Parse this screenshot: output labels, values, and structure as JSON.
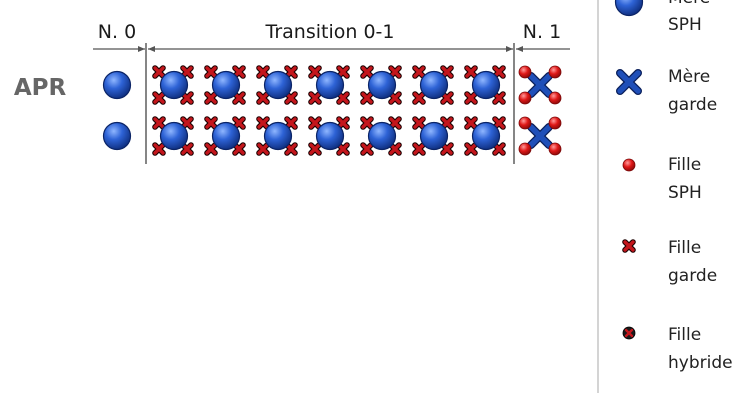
{
  "row_label": "APR",
  "regions": {
    "n0": "N. 0",
    "transition": "Transition 0-1",
    "n1": "N. 1"
  },
  "legend": [
    {
      "icon": "mother-sph-icon",
      "line1": "Mère",
      "line2": "SPH"
    },
    {
      "icon": "mother-guard-icon",
      "line1": "Mère",
      "line2": "garde"
    },
    {
      "icon": "daughter-sph-icon",
      "line1": "Fille",
      "line2": "SPH"
    },
    {
      "icon": "daughter-guard-icon",
      "line1": "Fille",
      "line2": "garde"
    },
    {
      "icon": "daughter-hybrid-icon",
      "line1": "Fille",
      "line2": "hybride"
    }
  ],
  "colors": {
    "sph_blue": "#1f4fb8",
    "guard_red": "#c4161c",
    "line": "#555555"
  }
}
